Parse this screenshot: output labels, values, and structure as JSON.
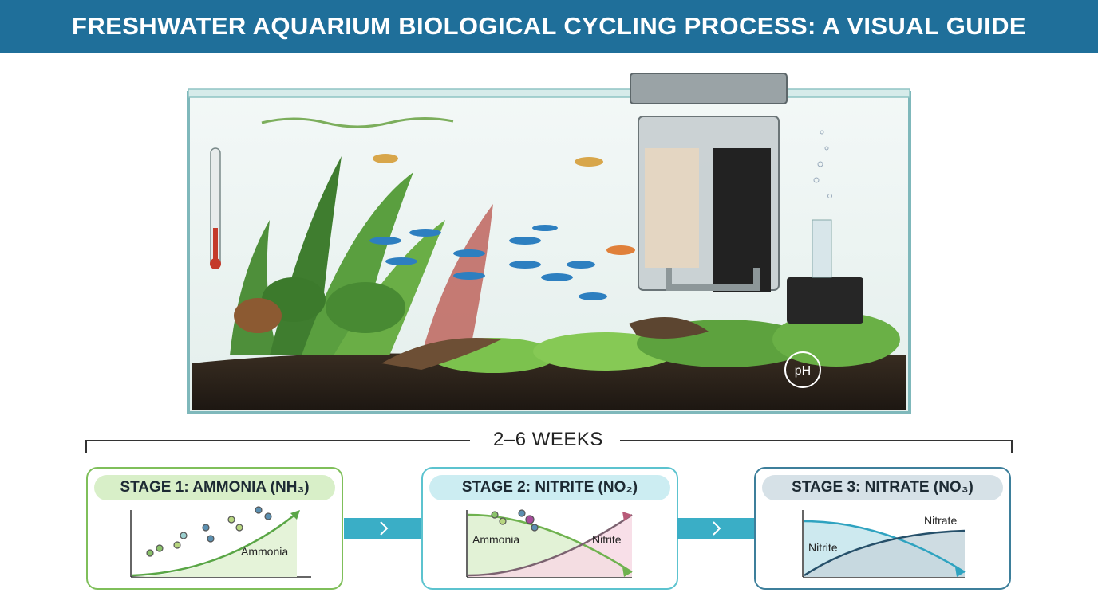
{
  "banner": {
    "title": "FRESHWATER AQUARIUM BIOLOGICAL CYCLING PROCESS: A VISUAL GUIDE"
  },
  "tank": {
    "ph_label": "pH"
  },
  "timeline": {
    "label": "2–6 WEEKS"
  },
  "stages": [
    {
      "title": "STAGE 1: AMMONIA (NH₃)",
      "curve_labels": [
        "Ammonia"
      ]
    },
    {
      "title": "STAGE 2: NITRITE (NO₂)",
      "curve_labels": [
        "Ammonia",
        "Nitrite"
      ]
    },
    {
      "title": "STAGE 3: NITRATE (NO₃)",
      "curve_labels": [
        "Nitrite",
        "Nitrate"
      ]
    }
  ],
  "colors": {
    "banner": "#1f6f9a",
    "stage1": "#7fbf5a",
    "stage2": "#5cc3cf",
    "stage3": "#3d7f9b",
    "connector": "#3aaec6"
  }
}
